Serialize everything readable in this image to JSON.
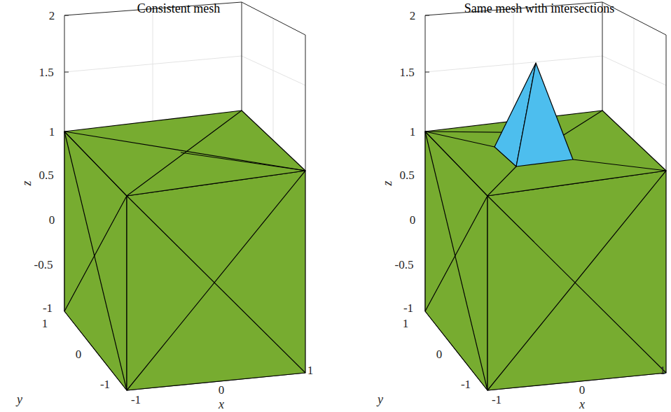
{
  "diagram": {
    "labels": [
      "Consistent mesh",
      "2",
      "1.5",
      "1",
      "0.5",
      "0",
      "-0.5",
      "-1",
      "z",
      "1",
      "0",
      "-1",
      "y",
      "-1",
      "0",
      "1",
      "x",
      "Same mesh with intersections",
      "2",
      "1.5",
      "1",
      "0.5",
      "0",
      "-0.5",
      "-1",
      "z",
      "1",
      "0",
      "-1",
      "y",
      "-1",
      "0",
      "1",
      "x"
    ]
  }
}
